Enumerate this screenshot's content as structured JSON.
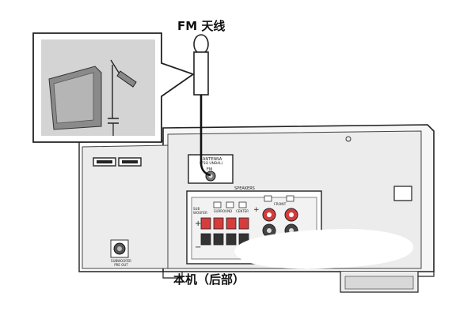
{
  "diagram": {
    "antenna_label": "FM 天线",
    "unit_label": "本机（后部）",
    "panel_text": {
      "antenna_port": "ANTENNA",
      "antenna_ohm": "(75Ω UNBAL)",
      "fm": "FM",
      "speakers": "SPEAKERS",
      "subwoofer": "SUB WOOFER",
      "surround": "SURROUND",
      "center": "CENTER",
      "front": "FRONT",
      "subwoofer_pre_out": "SUBWOOFER PRE OUT"
    }
  },
  "colors": {
    "outline": "#222222",
    "panel_fill": "#ececec",
    "terminal_red": "#d53c3c",
    "terminal_dark": "#333333"
  }
}
